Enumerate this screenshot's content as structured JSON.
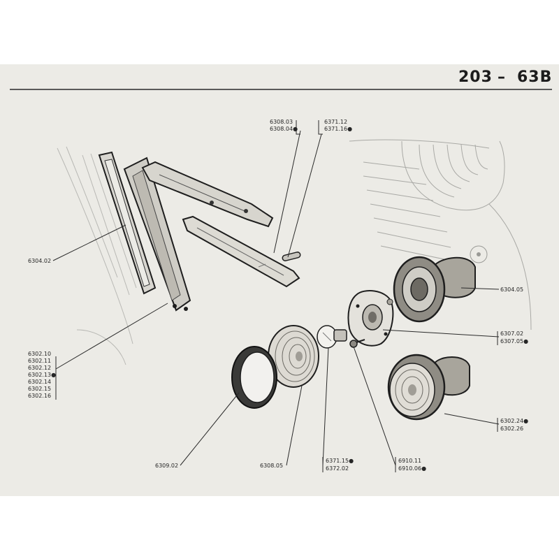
{
  "header": {
    "model": "203",
    "dash": "–",
    "plate": "63B"
  },
  "callouts": {
    "c6304_02": "6304.02",
    "c6308_03": "6308.03",
    "c6308_04": "6308.04●",
    "c6371_12": "6371.12",
    "c6371_16": "6371.16●",
    "c6304_05": "6304.05",
    "c6307_02": "6307.02",
    "c6307_05": "6307.05●",
    "c6302_10": "6302.10",
    "c6302_11": "6302.11",
    "c6302_12": "6302.12",
    "c6302_13": "6302.13●",
    "c6302_14": "6302.14",
    "c6302_15": "6302.15",
    "c6302_16": "6302.16",
    "c6302_24": "6302.24●",
    "c6302_26": "6302.26",
    "c6309_02": "6309.02",
    "c6308_05": "6308.05",
    "c6371_15": "6371.15●",
    "c6372_02": "6372.02",
    "c6910_11": "6910.11",
    "c6910_06": "6910.06●"
  }
}
